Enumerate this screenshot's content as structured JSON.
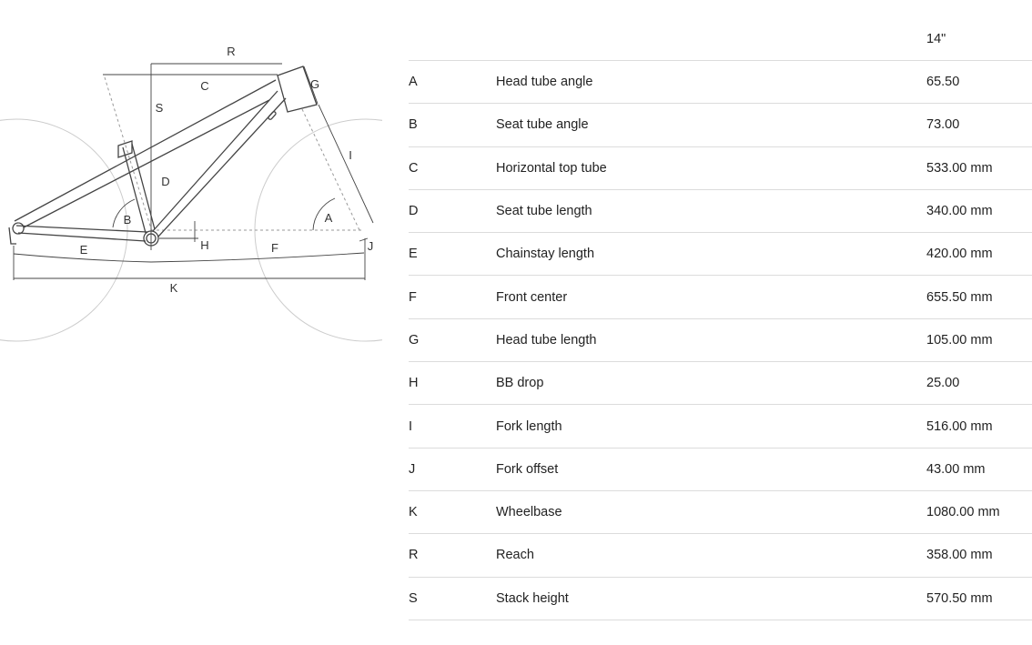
{
  "diagram": {
    "labels": {
      "R": "R",
      "C": "C",
      "S": "S",
      "G": "G",
      "I": "I",
      "D": "D",
      "B": "B",
      "A": "A",
      "H": "H",
      "J": "J",
      "E": "E",
      "F": "F",
      "K": "K"
    }
  },
  "table": {
    "size_header": "14\"",
    "rows": [
      {
        "key": "A",
        "name": "Head tube angle",
        "value": "65.50"
      },
      {
        "key": "B",
        "name": "Seat tube angle",
        "value": "73.00"
      },
      {
        "key": "C",
        "name": "Horizontal top tube",
        "value": "533.00 mm"
      },
      {
        "key": "D",
        "name": "Seat tube length",
        "value": "340.00 mm"
      },
      {
        "key": "E",
        "name": "Chainstay length",
        "value": "420.00 mm"
      },
      {
        "key": "F",
        "name": "Front center",
        "value": "655.50 mm"
      },
      {
        "key": "G",
        "name": "Head tube length",
        "value": "105.00 mm"
      },
      {
        "key": "H",
        "name": "BB drop",
        "value": "25.00"
      },
      {
        "key": "I",
        "name": "Fork length",
        "value": "516.00 mm"
      },
      {
        "key": "J",
        "name": "Fork offset",
        "value": "43.00 mm"
      },
      {
        "key": "K",
        "name": "Wheelbase",
        "value": "1080.00 mm"
      },
      {
        "key": "R",
        "name": "Reach",
        "value": "358.00 mm"
      },
      {
        "key": "S",
        "name": "Stack height",
        "value": "570.50 mm"
      }
    ]
  }
}
